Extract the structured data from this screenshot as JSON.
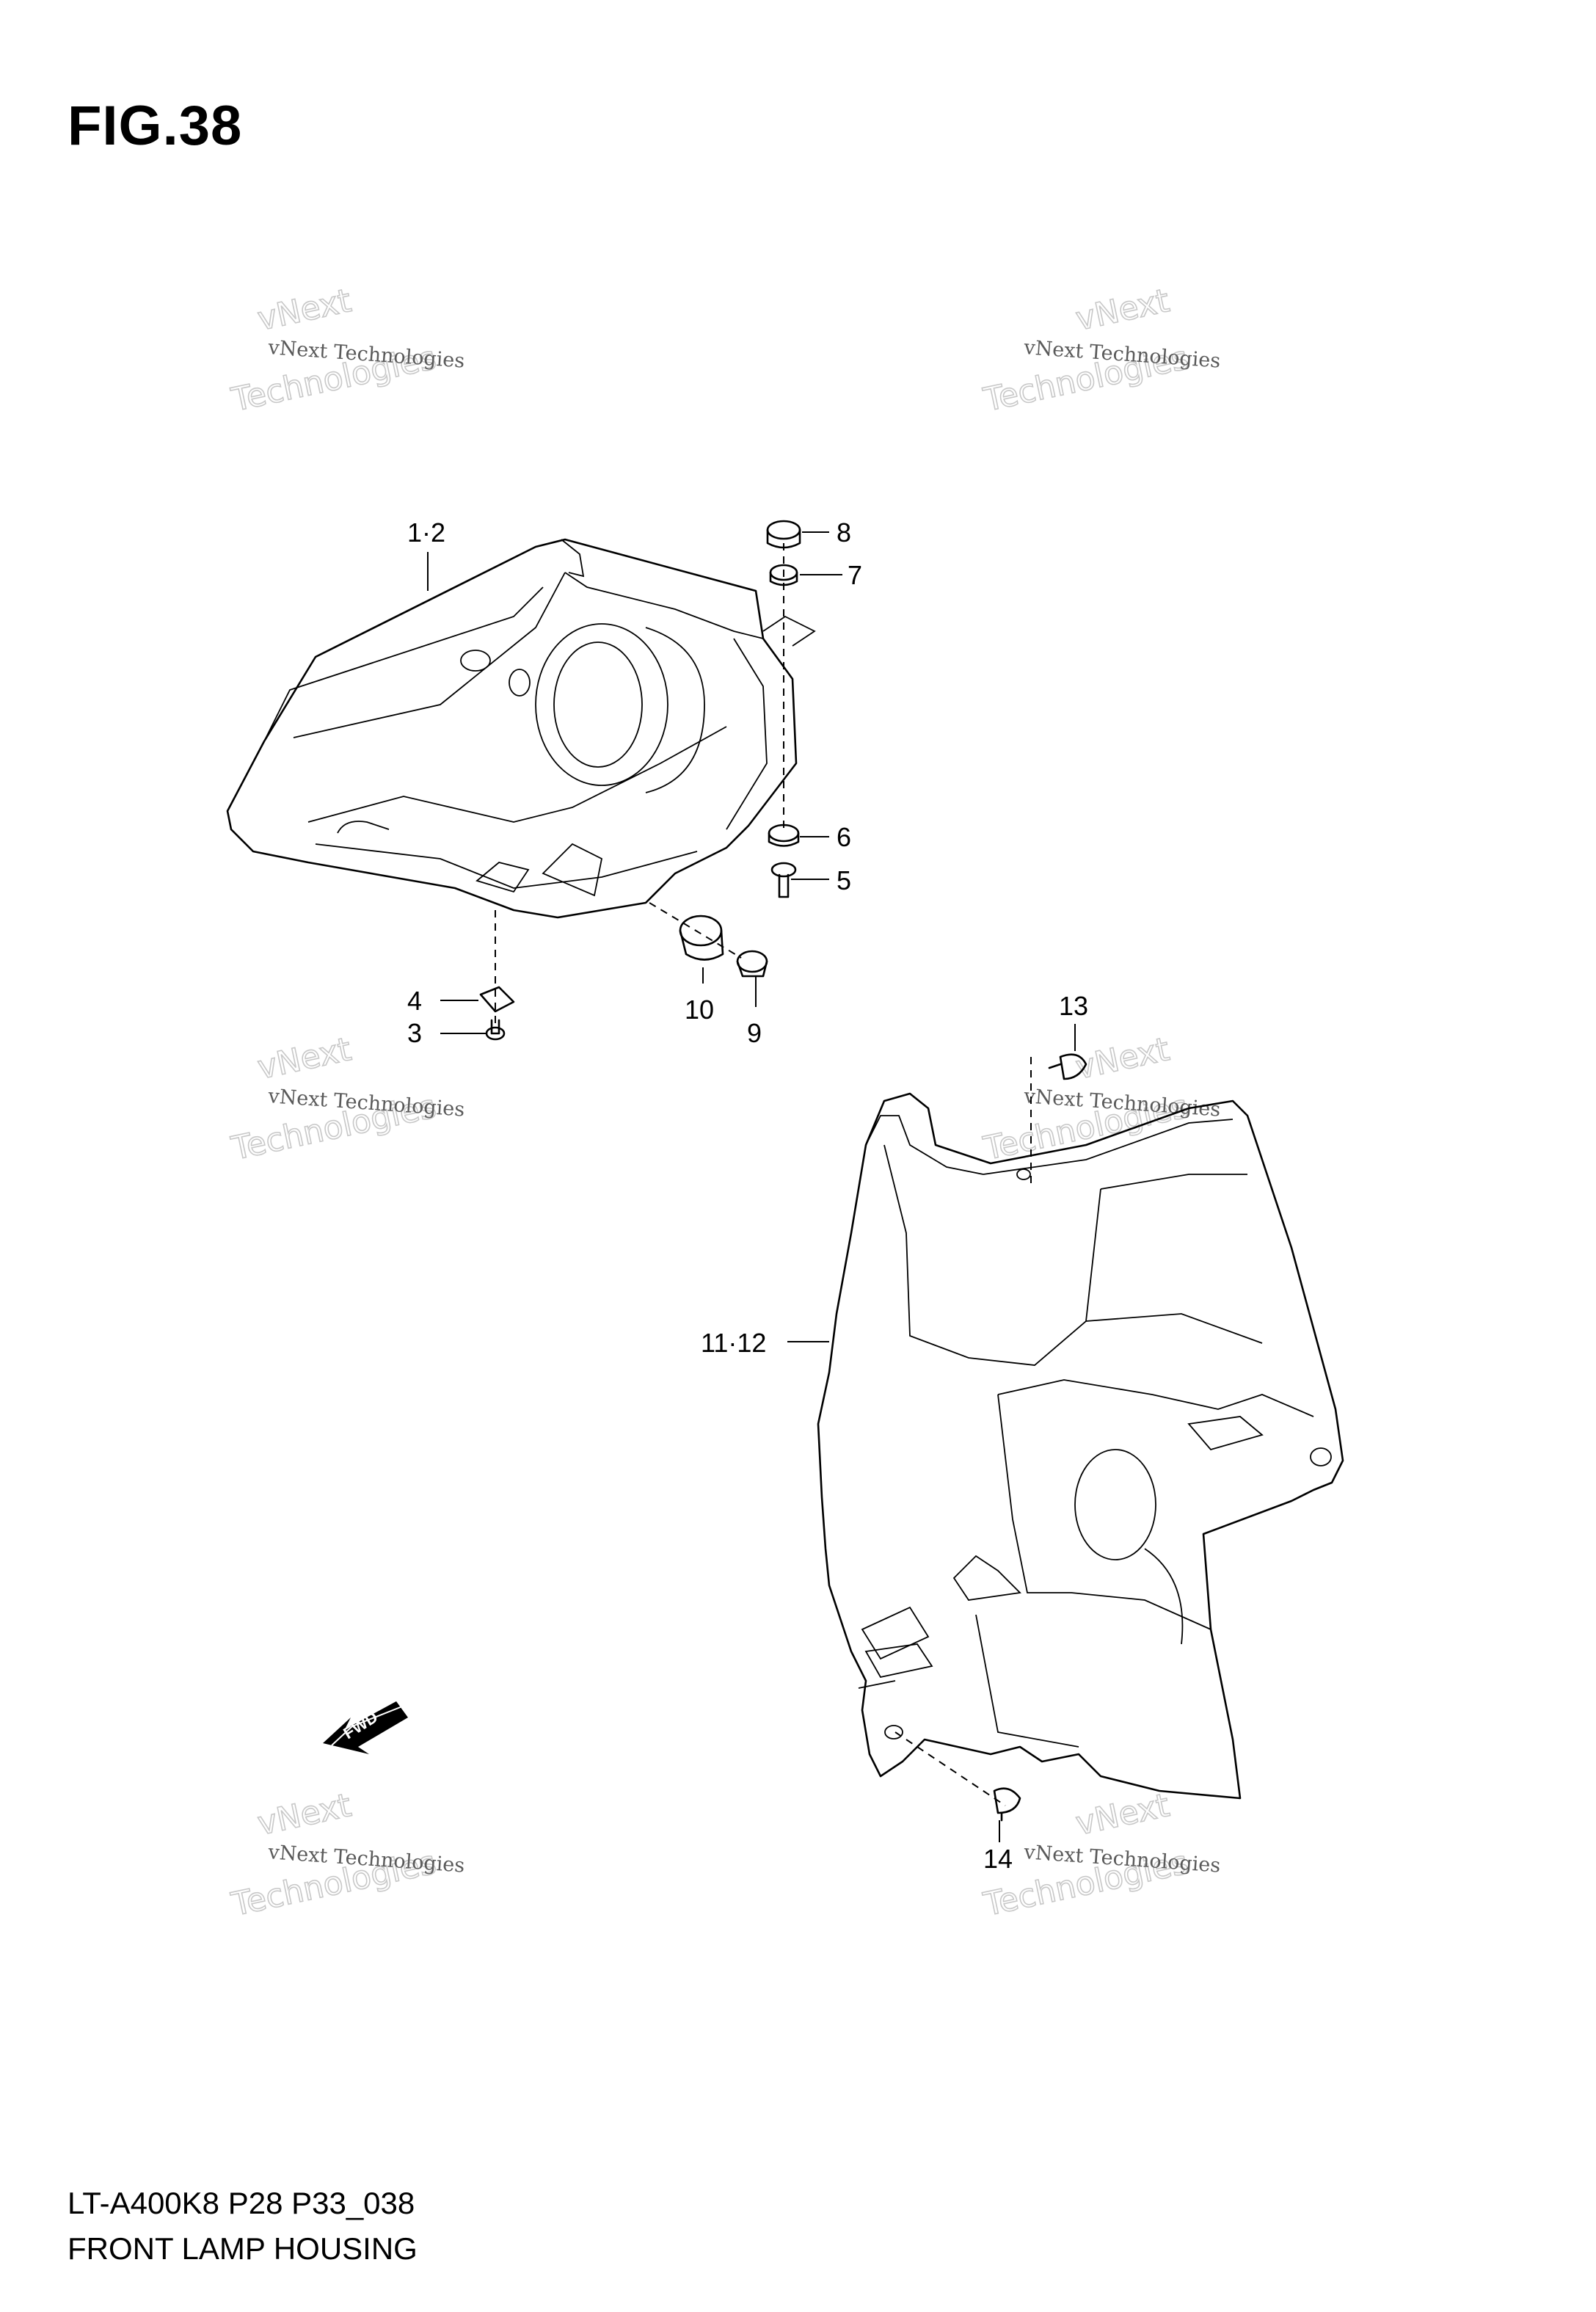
{
  "figure": {
    "title": "FIG.38",
    "model_code": "LT-A400K8 P28 P33_038",
    "name": "FRONT LAMP HOUSING"
  },
  "watermark": {
    "line1": "vNext Technologies",
    "line2": "vNext",
    "line3": "Technologies"
  },
  "fwd_label": "FWD",
  "callouts": {
    "c12": "1·2",
    "c3": "3",
    "c4": "4",
    "c5": "5",
    "c6": "6",
    "c7": "7",
    "c8": "8",
    "c9": "9",
    "c10": "10",
    "c1112": "11·12",
    "c13": "13",
    "c14": "14"
  }
}
